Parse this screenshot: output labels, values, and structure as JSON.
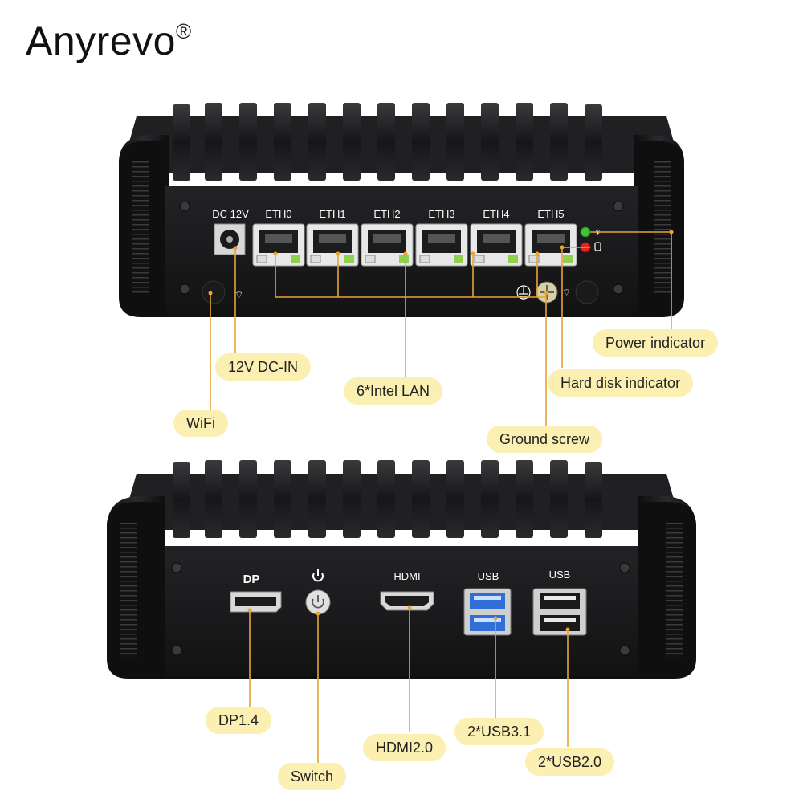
{
  "brand": {
    "name": "Anyrevo",
    "mark": "®"
  },
  "top_unit": {
    "port_labels": {
      "dc": "DC 12V",
      "eth": [
        "ETH0",
        "ETH1",
        "ETH2",
        "ETH3",
        "ETH4",
        "ETH5"
      ]
    },
    "callouts": {
      "power_indicator": "Power indicator",
      "hard_disk_indicator": "Hard disk indicator",
      "dc_in": "12V DC-IN",
      "lan": "6*Intel LAN",
      "wifi": "WiFi",
      "ground_screw": "Ground screw"
    }
  },
  "bottom_unit": {
    "port_labels": {
      "dp": "DP",
      "hdmi": "HDMI",
      "usb_a": "USB",
      "usb_b": "USB"
    },
    "callouts": {
      "dp": "DP1.4",
      "switch": "Switch",
      "hdmi": "HDMI2.0",
      "usb31": "2*USB3.1",
      "usb20": "2*USB2.0"
    }
  },
  "colors": {
    "tag_bg": "#fbefb2",
    "leader": "#e8a436",
    "chassis": "#1b1b1d",
    "usb3_blue": "#2f6fd6",
    "led_green": "#3fc23a",
    "led_red": "#e2261c"
  }
}
